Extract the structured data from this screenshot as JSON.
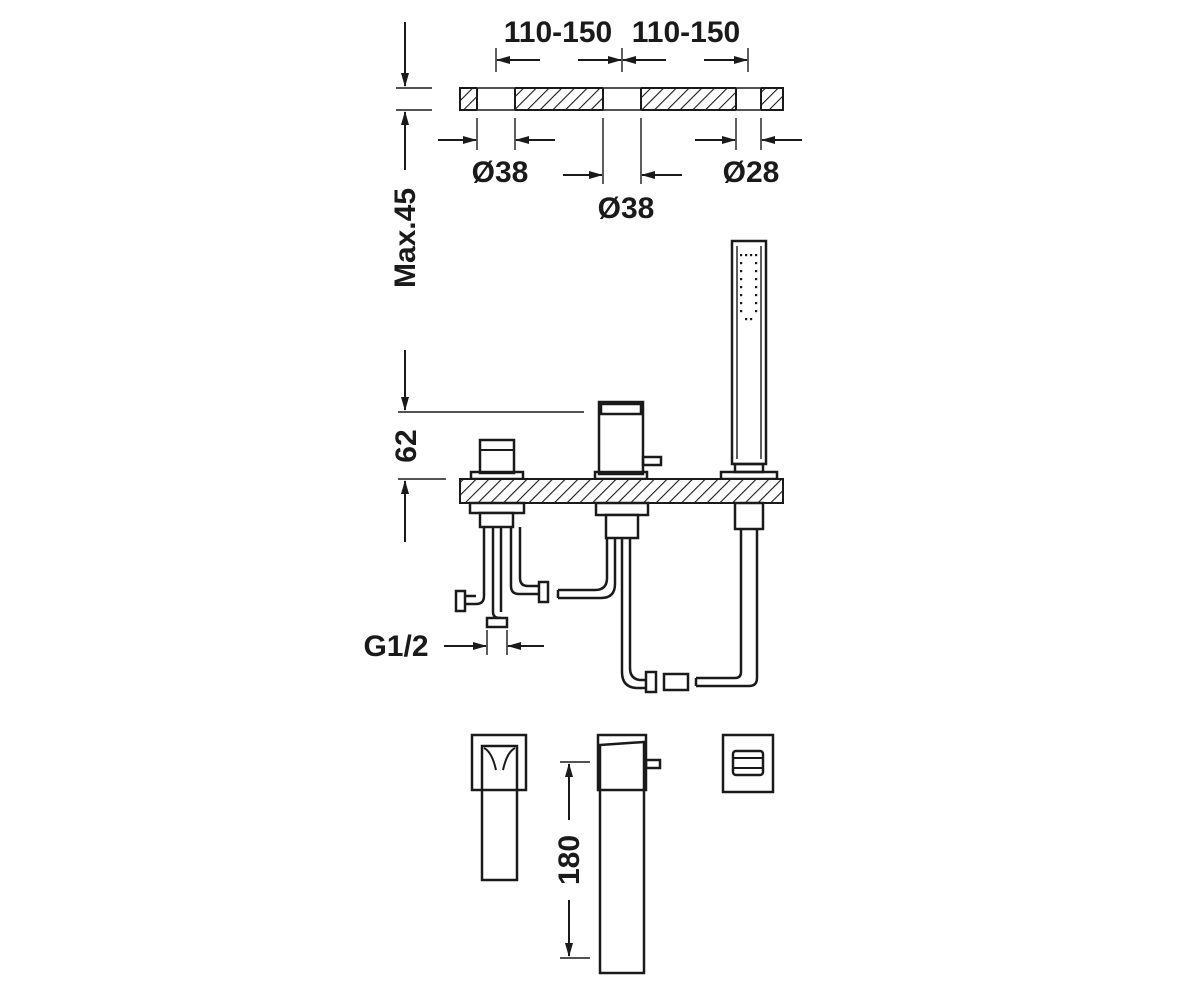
{
  "drawing": {
    "dims": {
      "spacing_left": "110-150",
      "spacing_right": "110-150",
      "hole_left": "Ø38",
      "hole_center": "Ø38",
      "hole_right": "Ø28",
      "deck_max": "Max.45",
      "height_62": "62",
      "thread": "G1/2",
      "spout_height": "180"
    },
    "colors": {
      "line": "#1a1a1a",
      "background": "#ffffff"
    }
  }
}
